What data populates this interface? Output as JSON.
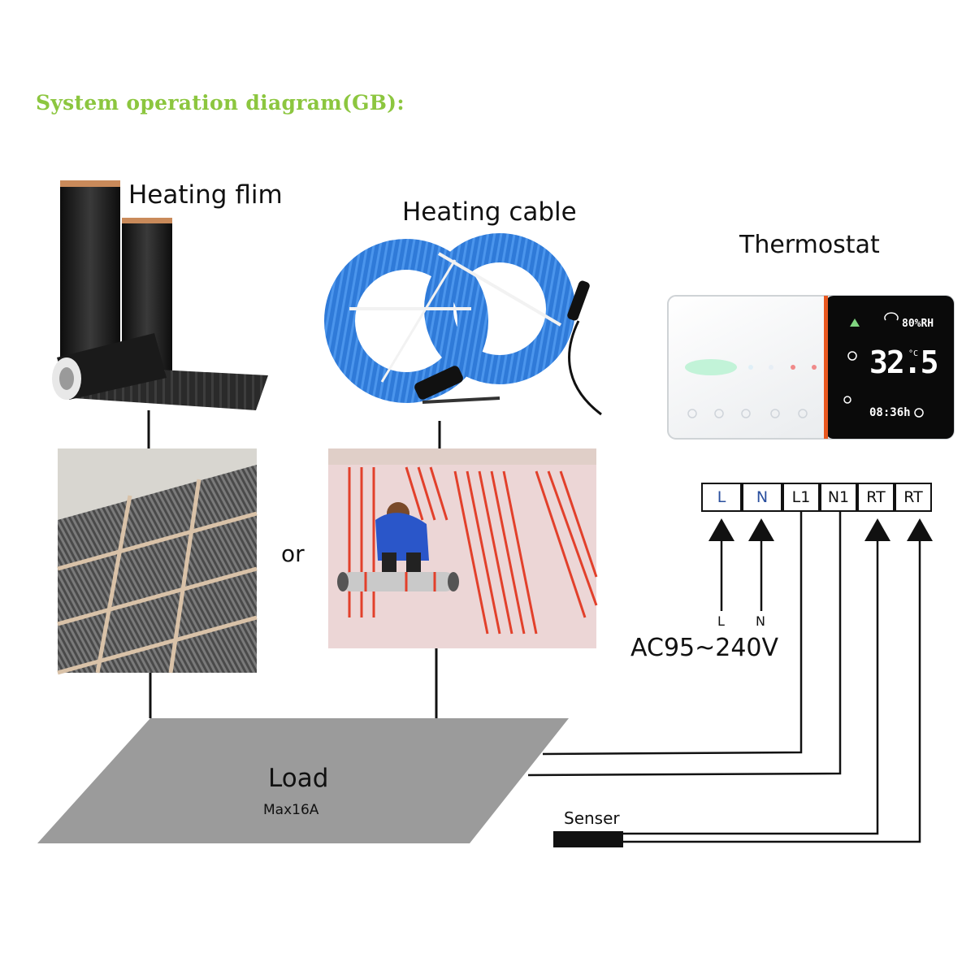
{
  "title": "System operation diagram(GB):",
  "labels": {
    "heating_film": "Heating flim",
    "heating_cable": "Heating cable",
    "thermostat": "Thermostat",
    "or": "or",
    "supply": "AC95~240V",
    "load": "Load",
    "load_max": "Max16A",
    "sensor": "Senser",
    "supply_l": "L",
    "supply_n": "N"
  },
  "terminals": [
    "L",
    "N",
    "L1",
    "N1",
    "RT",
    "RT"
  ],
  "thermostat_screen": {
    "humidity": "80%RH",
    "temperature": "32.5",
    "temp_unit": "°C",
    "clock": "08:36h"
  },
  "colors": {
    "title": "#8cc63f",
    "cable": "#2f7ad8",
    "load_plate": "#9b9b9b",
    "terminal_blue": "#2a4f9e",
    "thermostat_accent": "#e8571f"
  }
}
